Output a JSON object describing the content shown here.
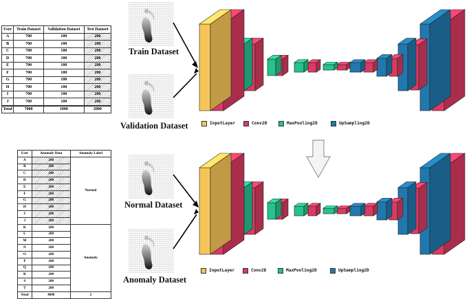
{
  "table1": {
    "headers": [
      "User",
      "Train Dataset",
      "Validation Dataset",
      "Test Dataset"
    ],
    "rows": [
      [
        "A",
        "700",
        "100",
        "200"
      ],
      [
        "B",
        "700",
        "100",
        "200"
      ],
      [
        "C",
        "700",
        "100",
        "200"
      ],
      [
        "D",
        "700",
        "100",
        "200"
      ],
      [
        "E",
        "700",
        "100",
        "200"
      ],
      [
        "F",
        "700",
        "100",
        "200"
      ],
      [
        "G",
        "700",
        "100",
        "200"
      ],
      [
        "H",
        "700",
        "100",
        "200"
      ],
      [
        "I",
        "700",
        "100",
        "200"
      ],
      [
        "J",
        "700",
        "100",
        "200"
      ]
    ],
    "total": [
      "Total",
      "7000",
      "1000",
      "2000"
    ]
  },
  "table2": {
    "headers": [
      "User",
      "Anomaly Data",
      "Anomaly Label"
    ],
    "normal_label": "Normal",
    "anomaly_label": "Anomaly",
    "rows": [
      [
        "A",
        "200"
      ],
      [
        "B",
        "200"
      ],
      [
        "C",
        "200"
      ],
      [
        "D",
        "200"
      ],
      [
        "E",
        "200"
      ],
      [
        "F",
        "200"
      ],
      [
        "G",
        "200"
      ],
      [
        "H",
        "200"
      ],
      [
        "I",
        "200"
      ],
      [
        "J",
        "200"
      ],
      [
        "K",
        "200"
      ],
      [
        "L",
        "200"
      ],
      [
        "M",
        "200"
      ],
      [
        "N",
        "200"
      ],
      [
        "O",
        "200"
      ],
      [
        "P",
        "200"
      ],
      [
        "Q",
        "200"
      ],
      [
        "R",
        "200"
      ],
      [
        "S",
        "200"
      ],
      [
        "T",
        "200"
      ]
    ],
    "total": [
      "Total",
      "4000",
      "2"
    ]
  },
  "labels": {
    "train": "Train Dataset",
    "validation": "Validation Dataset",
    "normal": "Normal Dataset",
    "anomaly": "Anomaly Dataset"
  },
  "legend": [
    "InputLayer",
    "Conv2D",
    "MaxPooling2D",
    "UpSampling2D"
  ],
  "colors": {
    "input_layer": "#f6c55a",
    "conv2d": "#d93b62",
    "maxpooling2d": "#27c28e",
    "upsampling2d": "#2178ad",
    "arrow_outline": "#999999"
  },
  "icons": {
    "footprint": "footprint-icon",
    "flow_arrow": "arrow-icon",
    "down_arrow": "down-arrow-icon"
  }
}
